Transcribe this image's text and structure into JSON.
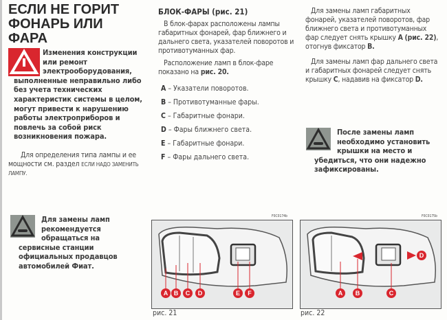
{
  "left_column": {
    "title": "ЕСЛИ НЕ ГОРИТ ФОНАРЬ ИЛИ ФАРА",
    "warning": "Изменения конструкции или ремонт электрооборудования, выполненные неправильно либо без учета технических характеристик системы в целом, могут привести к нарушению работы электроприборов и повлечь за собой риск возникновения пожара.",
    "lamp_type_text": "Для определения типа лампы и ее мощности см. раздел",
    "lamp_type_ref": "ЕСЛИ НАДО ЗАМЕНИТЬ ЛАМПУ.",
    "service_note": "Для замены ламп рекомендуется обращаться на сервисные станции официальных продавцов автомобилей Фиат."
  },
  "middle_column": {
    "heading": "БЛОК-ФАРЫ (рис. 21)",
    "para1": "В блок-фарах расположены лампы габаритных фонарей, фар ближнего и дальнего света, указателей поворотов и противотуманных фар.",
    "para2_text": "Расположение ламп в блок-фаре показано на",
    "para2_ref": "рис. 20.",
    "items": [
      {
        "key": "A",
        "label": "– Указатели поворотов."
      },
      {
        "key": "B",
        "label": "– Противотуманные фары."
      },
      {
        "key": "C",
        "label": "– Габаритные фонари."
      },
      {
        "key": "D",
        "label": "– Фары ближнего света."
      },
      {
        "key": "E",
        "label": "– Габаритные фонари."
      },
      {
        "key": "F",
        "label": "– Фары дальнего света."
      }
    ]
  },
  "right_column": {
    "para1_a": "Для замены ламп габаритных фонарей, указателей поворотов, фар ближнего света и противотуманных фар следует снять крышку",
    "para1_b": "A",
    "para1_c": "(рис. 22)",
    "para1_d": ", отогнув фиксатор",
    "para1_e": "B.",
    "para2_a": "Для замены ламп фар дальнего света и габаритных фонарей следует снять крышку",
    "para2_b": "C",
    "para2_c": ", надавив на фиксатор",
    "para2_d": "D.",
    "warning": "После замены ламп необходимо установить крышки на место и убедиться, что они надежно зафиксированы."
  },
  "figures": [
    {
      "code": "F0C0174b",
      "caption": "рис. 21",
      "labels": [
        "A",
        "B",
        "C",
        "D",
        "E",
        "F"
      ]
    },
    {
      "code": "F0C0175b",
      "caption": "рис. 22",
      "labels": [
        "A",
        "B",
        "C",
        "D"
      ]
    }
  ],
  "colors": {
    "accent_red": "#d9262e",
    "icon_gray": "#8f9590"
  }
}
